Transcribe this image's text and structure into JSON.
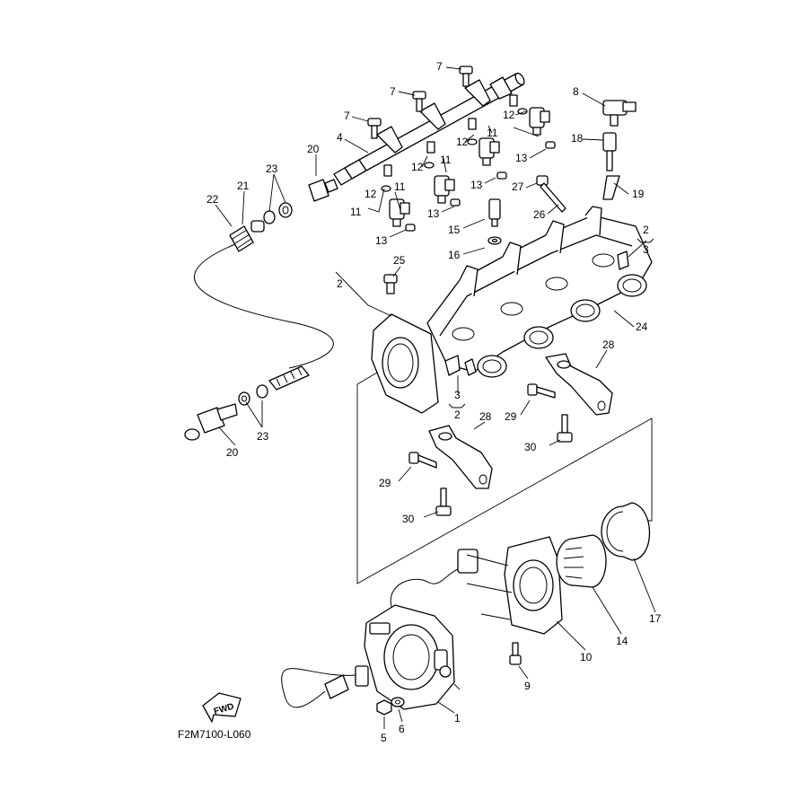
{
  "diagram": {
    "code": "F2M7100-L060",
    "fwd_label": "FWD",
    "callouts": [
      {
        "id": "c1",
        "text": "1"
      },
      {
        "id": "c2a",
        "text": "2"
      },
      {
        "id": "c2b",
        "text": "2"
      },
      {
        "id": "c2c",
        "text": "2"
      },
      {
        "id": "c3a",
        "text": "3"
      },
      {
        "id": "c3b",
        "text": "3"
      },
      {
        "id": "c4",
        "text": "4"
      },
      {
        "id": "c5",
        "text": "5"
      },
      {
        "id": "c6",
        "text": "6"
      },
      {
        "id": "c7a",
        "text": "7"
      },
      {
        "id": "c7b",
        "text": "7"
      },
      {
        "id": "c7c",
        "text": "7"
      },
      {
        "id": "c8",
        "text": "8"
      },
      {
        "id": "c9",
        "text": "9"
      },
      {
        "id": "c10",
        "text": "10"
      },
      {
        "id": "c11a",
        "text": "11"
      },
      {
        "id": "c11b",
        "text": "11"
      },
      {
        "id": "c11c",
        "text": "11"
      },
      {
        "id": "c11d",
        "text": "11"
      },
      {
        "id": "c12a",
        "text": "12"
      },
      {
        "id": "c12b",
        "text": "12"
      },
      {
        "id": "c12c",
        "text": "12"
      },
      {
        "id": "c12d",
        "text": "12"
      },
      {
        "id": "c13a",
        "text": "13"
      },
      {
        "id": "c13b",
        "text": "13"
      },
      {
        "id": "c13c",
        "text": "13"
      },
      {
        "id": "c13d",
        "text": "13"
      },
      {
        "id": "c14",
        "text": "14"
      },
      {
        "id": "c15",
        "text": "15"
      },
      {
        "id": "c16",
        "text": "16"
      },
      {
        "id": "c17",
        "text": "17"
      },
      {
        "id": "c18",
        "text": "18"
      },
      {
        "id": "c19",
        "text": "19"
      },
      {
        "id": "c20a",
        "text": "20"
      },
      {
        "id": "c20b",
        "text": "20"
      },
      {
        "id": "c21",
        "text": "21"
      },
      {
        "id": "c22",
        "text": "22"
      },
      {
        "id": "c23a",
        "text": "23"
      },
      {
        "id": "c23b",
        "text": "23"
      },
      {
        "id": "c24",
        "text": "24"
      },
      {
        "id": "c25",
        "text": "25"
      },
      {
        "id": "c26",
        "text": "26"
      },
      {
        "id": "c27",
        "text": "27"
      },
      {
        "id": "c28a",
        "text": "28"
      },
      {
        "id": "c28b",
        "text": "28"
      },
      {
        "id": "c29a",
        "text": "29"
      },
      {
        "id": "c29b",
        "text": "29"
      },
      {
        "id": "c30a",
        "text": "30"
      },
      {
        "id": "c30b",
        "text": "30"
      }
    ]
  }
}
